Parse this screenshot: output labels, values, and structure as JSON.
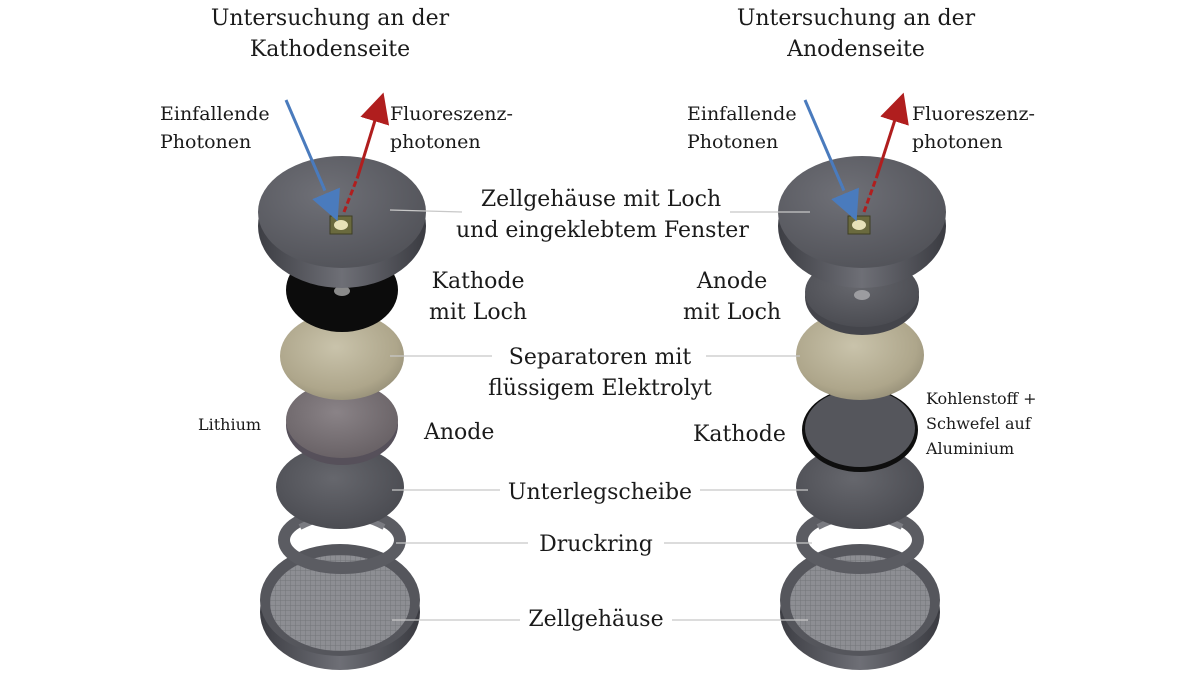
{
  "headings": {
    "left": [
      "Untersuchung an der",
      "Kathodenseite"
    ],
    "right": [
      "Untersuchung an der",
      "Anodenseite"
    ]
  },
  "photons": {
    "incident": [
      "Einfallende",
      "Photonen"
    ],
    "fluorescence": [
      "Fluoreszenz-",
      "photonen"
    ]
  },
  "labels": {
    "case_window": [
      "Zellgehäuse mit Loch",
      "und eingeklebtem Fenster"
    ],
    "cathode_hole": [
      "Kathode",
      "mit Loch"
    ],
    "anode_hole": [
      "Anode",
      "mit Loch"
    ],
    "separators": [
      "Separatoren mit",
      "flüssigem Elektrolyt"
    ],
    "lithium": "Lithium",
    "anode": "Anode",
    "cathode": "Kathode",
    "carbon_sulfur": [
      "Kohlenstoff +",
      "Schwefel auf",
      "Aluminium"
    ],
    "spacer": "Unterlegscheibe",
    "spring": "Druckring",
    "case": "Zellgehäuse"
  },
  "colors": {
    "incident_arrow": "#4a7bbd",
    "fluorescence_arrow": "#b01e1e",
    "separator": "#b5ae95",
    "cathode_left": "#0c0c0c",
    "lithium_disc": "#7a7276",
    "case_grey": "#5c5d63"
  }
}
